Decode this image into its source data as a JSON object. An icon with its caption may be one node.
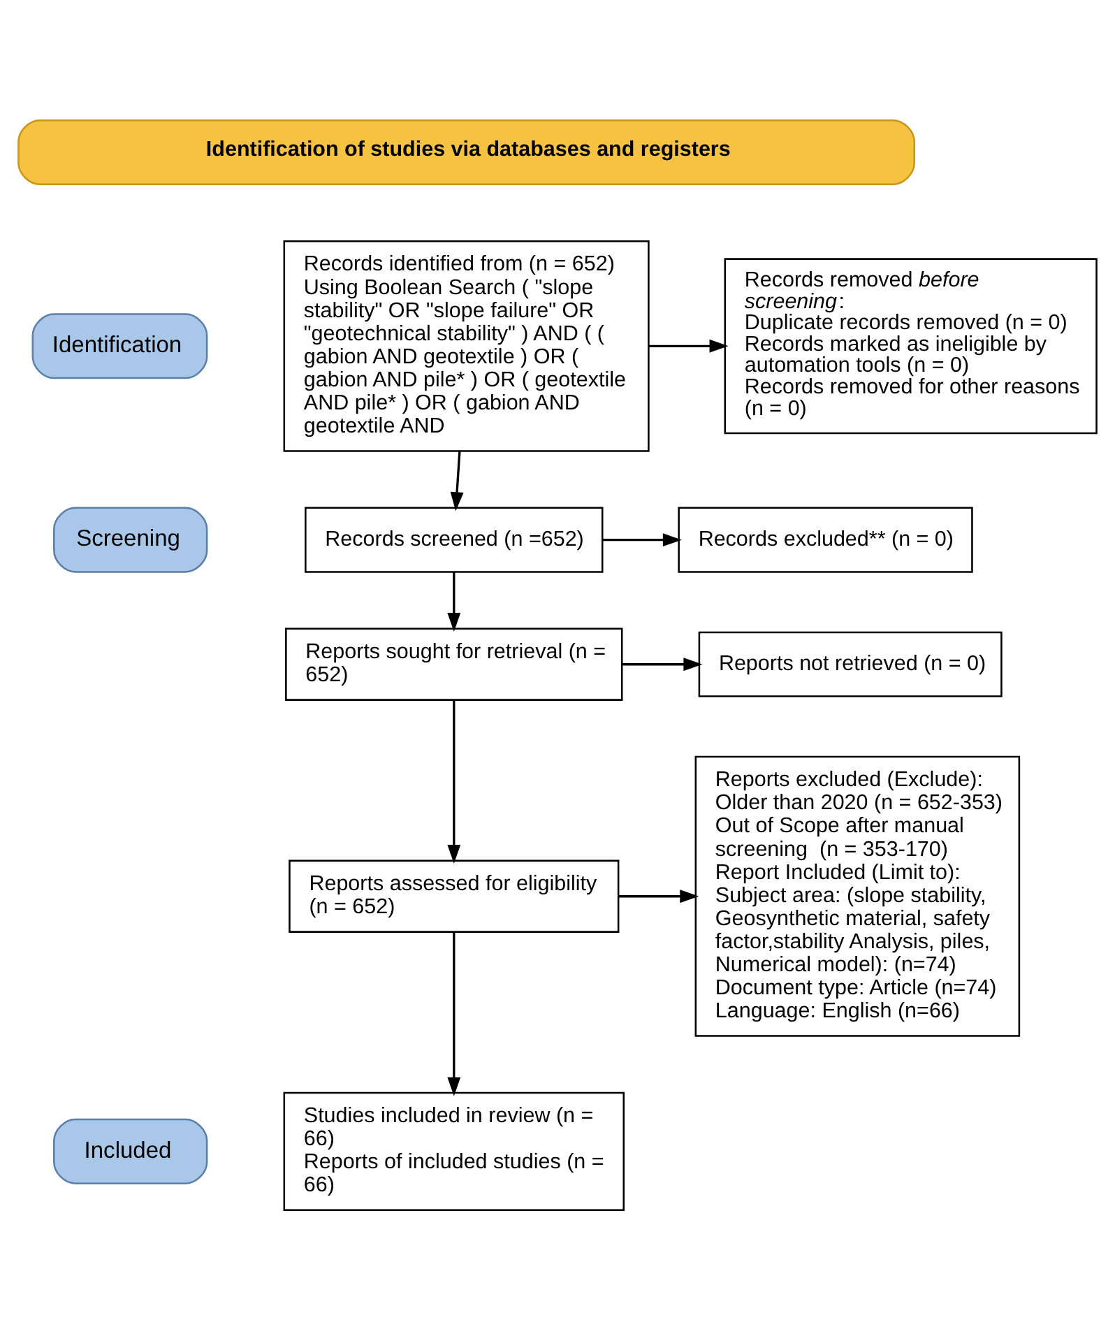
{
  "diagram": {
    "nodes": [
      {
        "text": [
          "Identification of studies via databases and registers"
        ]
      },
      {
        "text": [
          "Identification"
        ]
      },
      {
        "text": [
          "Records identified from (n = 652) Using Boolean Search ( \"slope stability\" OR \"slope failure\" OR \"geotechnical stability\" ) AND ( ( gabion AND geotextile ) OR ( gabion AND pile* ) OR ( geotextile AND pile* ) OR ( gabion AND geotextile AND"
        ]
      },
      {
        "text": [
          "Records removed *before screening*:",
          "Duplicate records removed (n = 0)",
          "Records marked as ineligible by automation tools (n = 0)",
          "Records removed for other reasons (n = 0)"
        ]
      },
      {
        "text": [
          "Screening"
        ]
      },
      {
        "text": [
          "Records screened (n =652)"
        ]
      },
      {
        "text": [
          "Records excluded** (n = 0)"
        ]
      },
      {
        "text": [
          "Reports sought for retrieval (n = 652)"
        ]
      },
      {
        "text": [
          "Reports not retrieved (n = 0)"
        ]
      },
      {
        "text": [
          "Reports assessed for eligibility (n = 652)"
        ]
      },
      {
        "text": [
          "Reports excluded (Exclude):",
          "Older than 2020 (n = 652-353)",
          "Out of Scope after manual screening  (n = 353-170)",
          "Report Included (Limit to):",
          "Subject area: (slope stability, Geosynthetic material, safety factor,stability Analysis, piles, Numerical model): (n=74)",
          "Document type: Article (n=74)",
          "Language: English (n=66)"
        ]
      },
      {
        "text": [
          "Included"
        ]
      },
      {
        "text": [
          "Studies included in review (n = 66)",
          "Reports of included studies (n = 66)"
        ]
      }
    ],
    "edges": [
      {
        "from": 2,
        "to": 3,
        "arrow": "to"
      },
      {
        "from": 2,
        "to": 5,
        "arrow": "to"
      },
      {
        "from": 5,
        "to": 6,
        "arrow": "to"
      },
      {
        "from": 5,
        "to": 7,
        "arrow": "to"
      },
      {
        "from": 7,
        "to": 8,
        "arrow": "to"
      },
      {
        "from": 7,
        "to": 9,
        "arrow": "to"
      },
      {
        "from": 9,
        "to": 10,
        "arrow": "to"
      },
      {
        "from": 9,
        "to": 12,
        "arrow": "to"
      }
    ]
  }
}
